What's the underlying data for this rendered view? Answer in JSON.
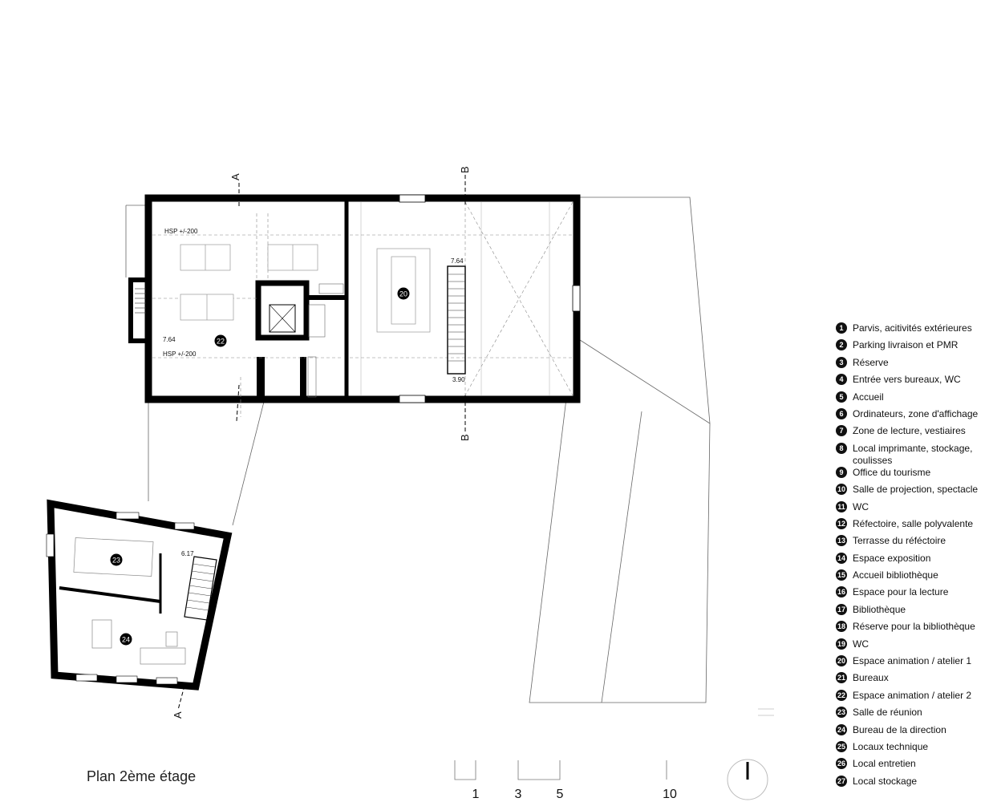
{
  "title": "Plan 2ème étage",
  "section_markers": {
    "a": "A",
    "b": "B"
  },
  "rooms": [
    {
      "id": "room-20",
      "number": "20"
    },
    {
      "id": "room-22",
      "number": "22"
    },
    {
      "id": "room-23",
      "number": "23"
    },
    {
      "id": "room-24",
      "number": "24"
    }
  ],
  "annotations": {
    "hsp_top": "HSP +/-200",
    "hsp_bottom": "HSP +/-200",
    "level_left": "7.64",
    "level_stair_top": "7.64",
    "level_stair_bottom": "3.90",
    "level_small": "6.17"
  },
  "scale_bar": {
    "labels": [
      "1",
      "3",
      "5",
      "10"
    ]
  },
  "legend": [
    {
      "number": "1",
      "label": "Parvis, acitivités extérieures"
    },
    {
      "number": "2",
      "label": "Parking livraison et PMR"
    },
    {
      "number": "3",
      "label": "Réserve"
    },
    {
      "number": "4",
      "label": "Entrée vers bureaux, WC"
    },
    {
      "number": "5",
      "label": "Accueil"
    },
    {
      "number": "6",
      "label": "Ordinateurs, zone d'affichage"
    },
    {
      "number": "7",
      "label": "Zone de lecture, vestiaires"
    },
    {
      "number": "8",
      "label": "Local imprimante, stockage, coulisses"
    },
    {
      "number": "9",
      "label": "Office du tourisme"
    },
    {
      "number": "10",
      "label": "Salle de projection, spectacle"
    },
    {
      "number": "11",
      "label": "WC"
    },
    {
      "number": "12",
      "label": "Réfectoire, salle polyvalente"
    },
    {
      "number": "13",
      "label": "Terrasse du réféctoire"
    },
    {
      "number": "14",
      "label": "Espace exposition"
    },
    {
      "number": "15",
      "label": "Accueil bibliothèque"
    },
    {
      "number": "16",
      "label": "Espace pour la lecture"
    },
    {
      "number": "17",
      "label": "Bibliothèque"
    },
    {
      "number": "18",
      "label": "Réserve pour la bibliothèque"
    },
    {
      "number": "19",
      "label": "WC"
    },
    {
      "number": "20",
      "label": "Espace animation / atelier 1"
    },
    {
      "number": "21",
      "label": "Bureaux"
    },
    {
      "number": "22",
      "label": "Espace animation / atelier 2"
    },
    {
      "number": "23",
      "label": "Salle de réunion"
    },
    {
      "number": "24",
      "label": "Bureau de la direction"
    },
    {
      "number": "25",
      "label": "Locaux technique"
    },
    {
      "number": "26",
      "label": "Local entretien"
    },
    {
      "number": "27",
      "label": "Local stockage"
    }
  ]
}
